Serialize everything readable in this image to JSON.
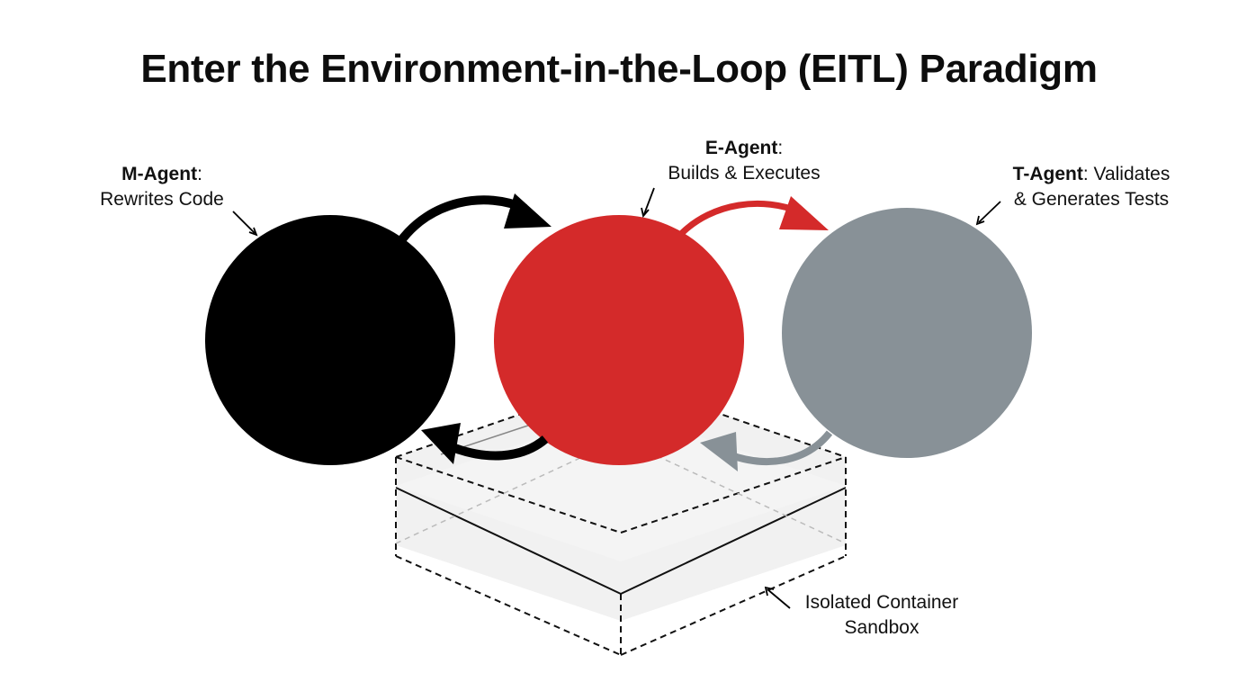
{
  "title": "Enter the Environment-in-the-Loop (EITL) Paradigm",
  "agents": {
    "m": {
      "name": "M-Agent",
      "suffix": ":",
      "desc": "Rewrites Code",
      "color": "#000000"
    },
    "e": {
      "name": "E-Agent",
      "suffix": ":",
      "desc": "Builds & Executes",
      "color": "#d42a2a"
    },
    "t": {
      "name": "T-Agent",
      "suffix": ": Validates",
      "desc": "& Generates Tests",
      "color": "#889197"
    }
  },
  "sandbox": {
    "line1": "Isolated Container",
    "line2": "Sandbox"
  }
}
